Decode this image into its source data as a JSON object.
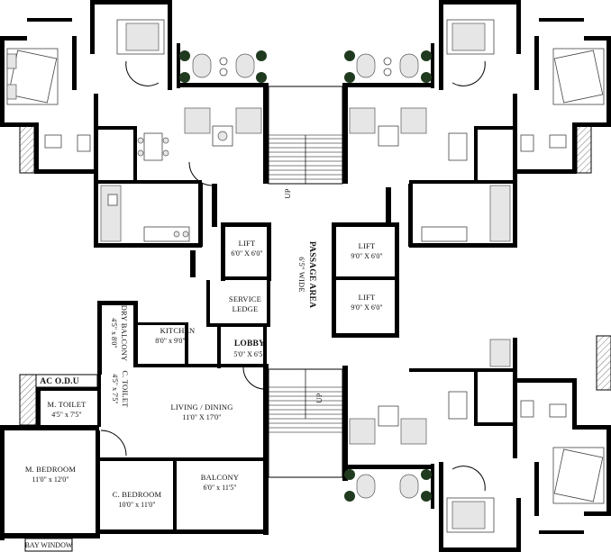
{
  "plan": {
    "colors": {
      "wall": "#000000",
      "furniture_stroke": "#444444",
      "plant": "#1f3a1f",
      "background": "#ffffff"
    },
    "rooms": {
      "lift_1": {
        "name": "LIFT",
        "dim": "6'0\" X 6'0\""
      },
      "lift_2": {
        "name": "LIFT",
        "dim": "9'0\" X 6'0\""
      },
      "lift_3": {
        "name": "LIFT",
        "dim": "9'0\" X 6'0\""
      },
      "passage": {
        "name": "PASSAGE AREA",
        "dim": "6'5\" WIDE"
      },
      "service": {
        "name": "SERVICE",
        "name2": "LEDGE"
      },
      "lobby": {
        "name": "LOBBY",
        "dim": "5'0\" X 6'5\""
      },
      "kitchen": {
        "name": "KITCHEN",
        "dim": "8'0\" x 9'0\""
      },
      "dry_balcony": {
        "name": "DRY BALCONY",
        "dim": "4'5\" x 8'0\""
      },
      "c_toilet": {
        "name": "C. TOILET",
        "dim": "4'5\" x 7'5\""
      },
      "ac_odu": {
        "name": "AC O.D.U"
      },
      "m_toilet": {
        "name": "M. TOILET",
        "dim": "4'5\" x 7'5\""
      },
      "living": {
        "name": "LIVING / DINING",
        "dim": "11'0\" X 17'0\""
      },
      "m_bedroom": {
        "name": "M. BEDROOM",
        "dim": "11'0\" x 12'0\""
      },
      "c_bedroom": {
        "name": "C. BEDROOM",
        "dim": "10'0\" x 11'0\""
      },
      "balcony": {
        "name": "BALCONY",
        "dim": "6'0\" x 11'5\""
      },
      "bay_window": {
        "name": "BAY WINDOW"
      }
    },
    "stairs": {
      "up_top": "UP",
      "up_bottom": "UP"
    }
  }
}
